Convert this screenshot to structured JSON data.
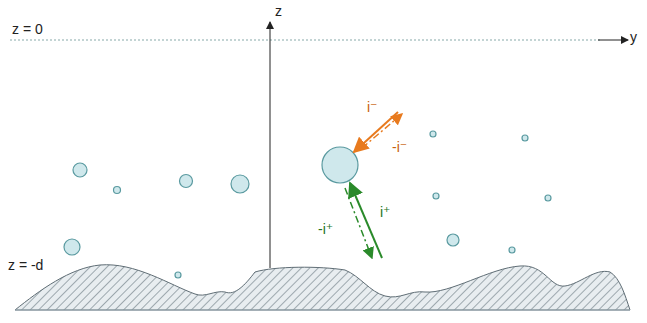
{
  "diagram": {
    "labels": [
      "z",
      "z = 0",
      "y",
      "i⁻",
      "-i⁻",
      "i⁺",
      "-i⁺",
      "z = -d"
    ]
  }
}
